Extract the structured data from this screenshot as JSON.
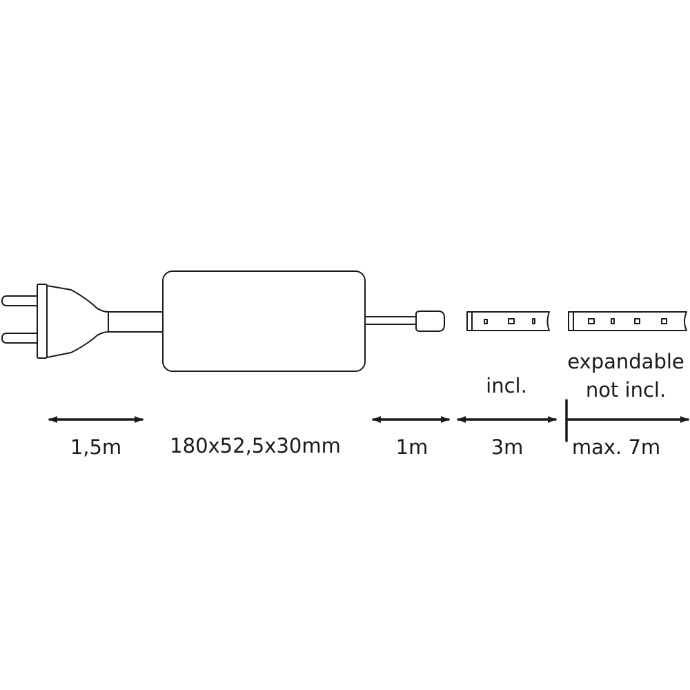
{
  "labels": {
    "cable_length": "1,5m",
    "driver_dimensions": "180x52,5x30mm",
    "connector_cable_length": "1m",
    "included_note": "incl.",
    "strip_length": "3m",
    "expandable_line1": "expandable",
    "expandable_line2": "not incl.",
    "max_length": "max. 7m"
  },
  "colors": {
    "line": "#1a1a1a",
    "background": "#ffffff"
  }
}
